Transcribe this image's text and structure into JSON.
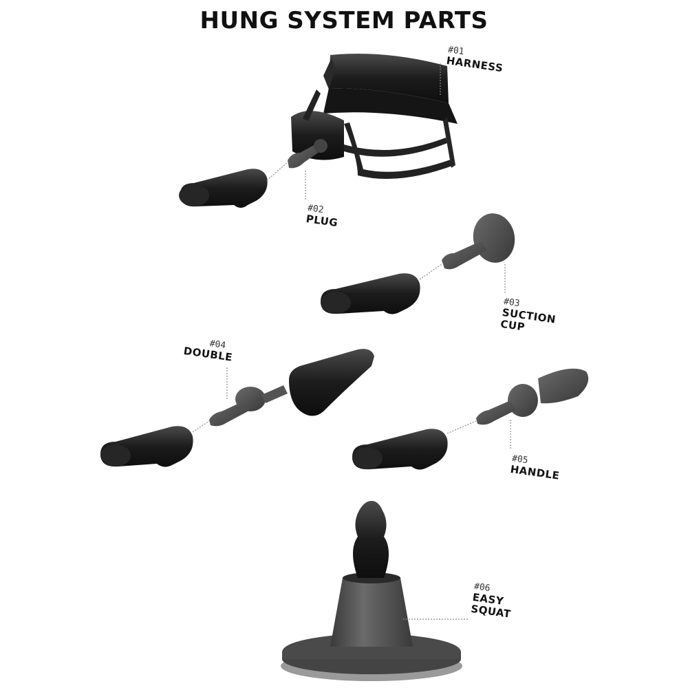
{
  "title": "HUNG SYSTEM PARTS",
  "colors": {
    "text": "#111111",
    "part_dark": "#1c1c1c",
    "part_mid": "#3a3a3a",
    "part_grey": "#555555",
    "leader_line": "#8a8a8a"
  },
  "parts": [
    {
      "number": "#01",
      "name_lines": [
        "HARNESS"
      ]
    },
    {
      "number": "#02",
      "name_lines": [
        "PLUG"
      ]
    },
    {
      "number": "#03",
      "name_lines": [
        "SUCTION",
        "CUP"
      ]
    },
    {
      "number": "#04",
      "name_lines": [
        "DOUBLE"
      ]
    },
    {
      "number": "#05",
      "name_lines": [
        "HANDLE"
      ]
    },
    {
      "number": "#06",
      "name_lines": [
        "EASY",
        "SQUAT"
      ]
    }
  ]
}
